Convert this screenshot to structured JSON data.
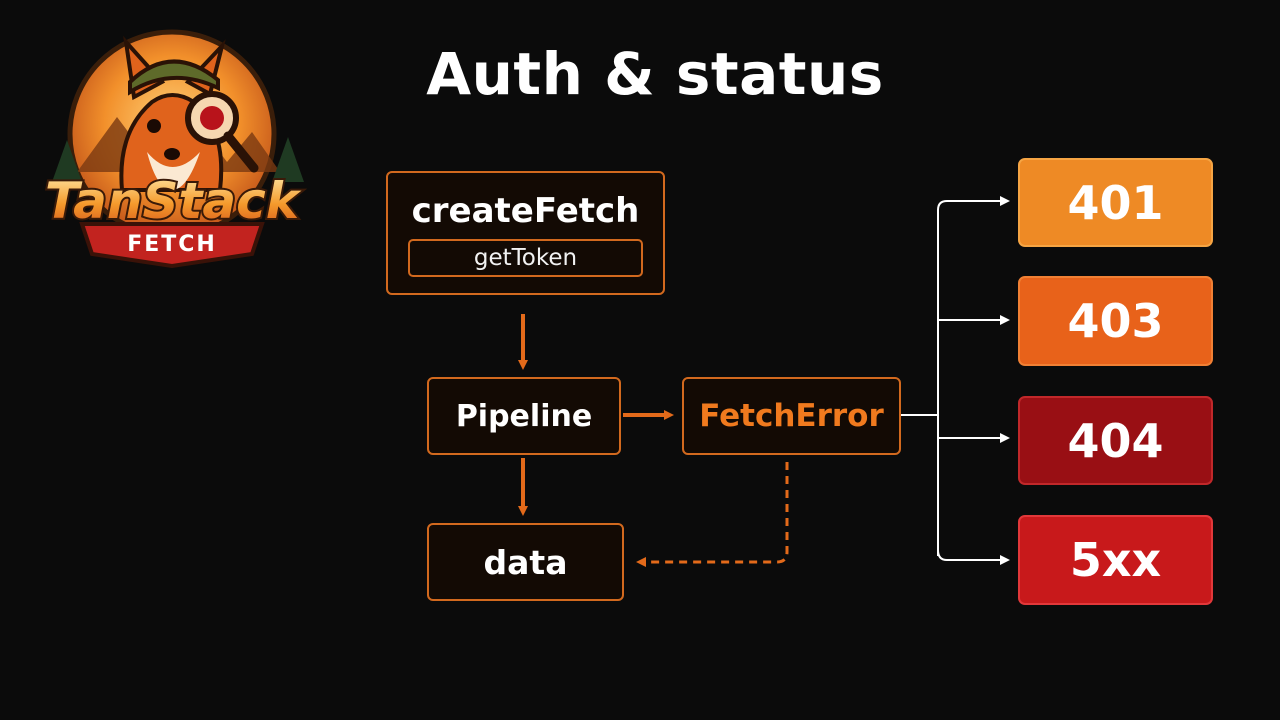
{
  "title": "Auth & status",
  "logo": {
    "wordmark": "TanStack",
    "subtitle": "FETCH",
    "icon": "fox-detective-mascot-icon"
  },
  "nodes": {
    "create_fetch": "createFetch",
    "get_token": "getToken",
    "pipeline": "Pipeline",
    "fetch_error": "FetchError",
    "data": "data"
  },
  "status_codes": [
    "401",
    "403",
    "404",
    "5xx"
  ],
  "colors": {
    "accent": "#e36a1a",
    "code_401": "#ee8a25",
    "code_403": "#e8621a",
    "code_404": "#990f14",
    "code_5xx": "#c8191b"
  }
}
